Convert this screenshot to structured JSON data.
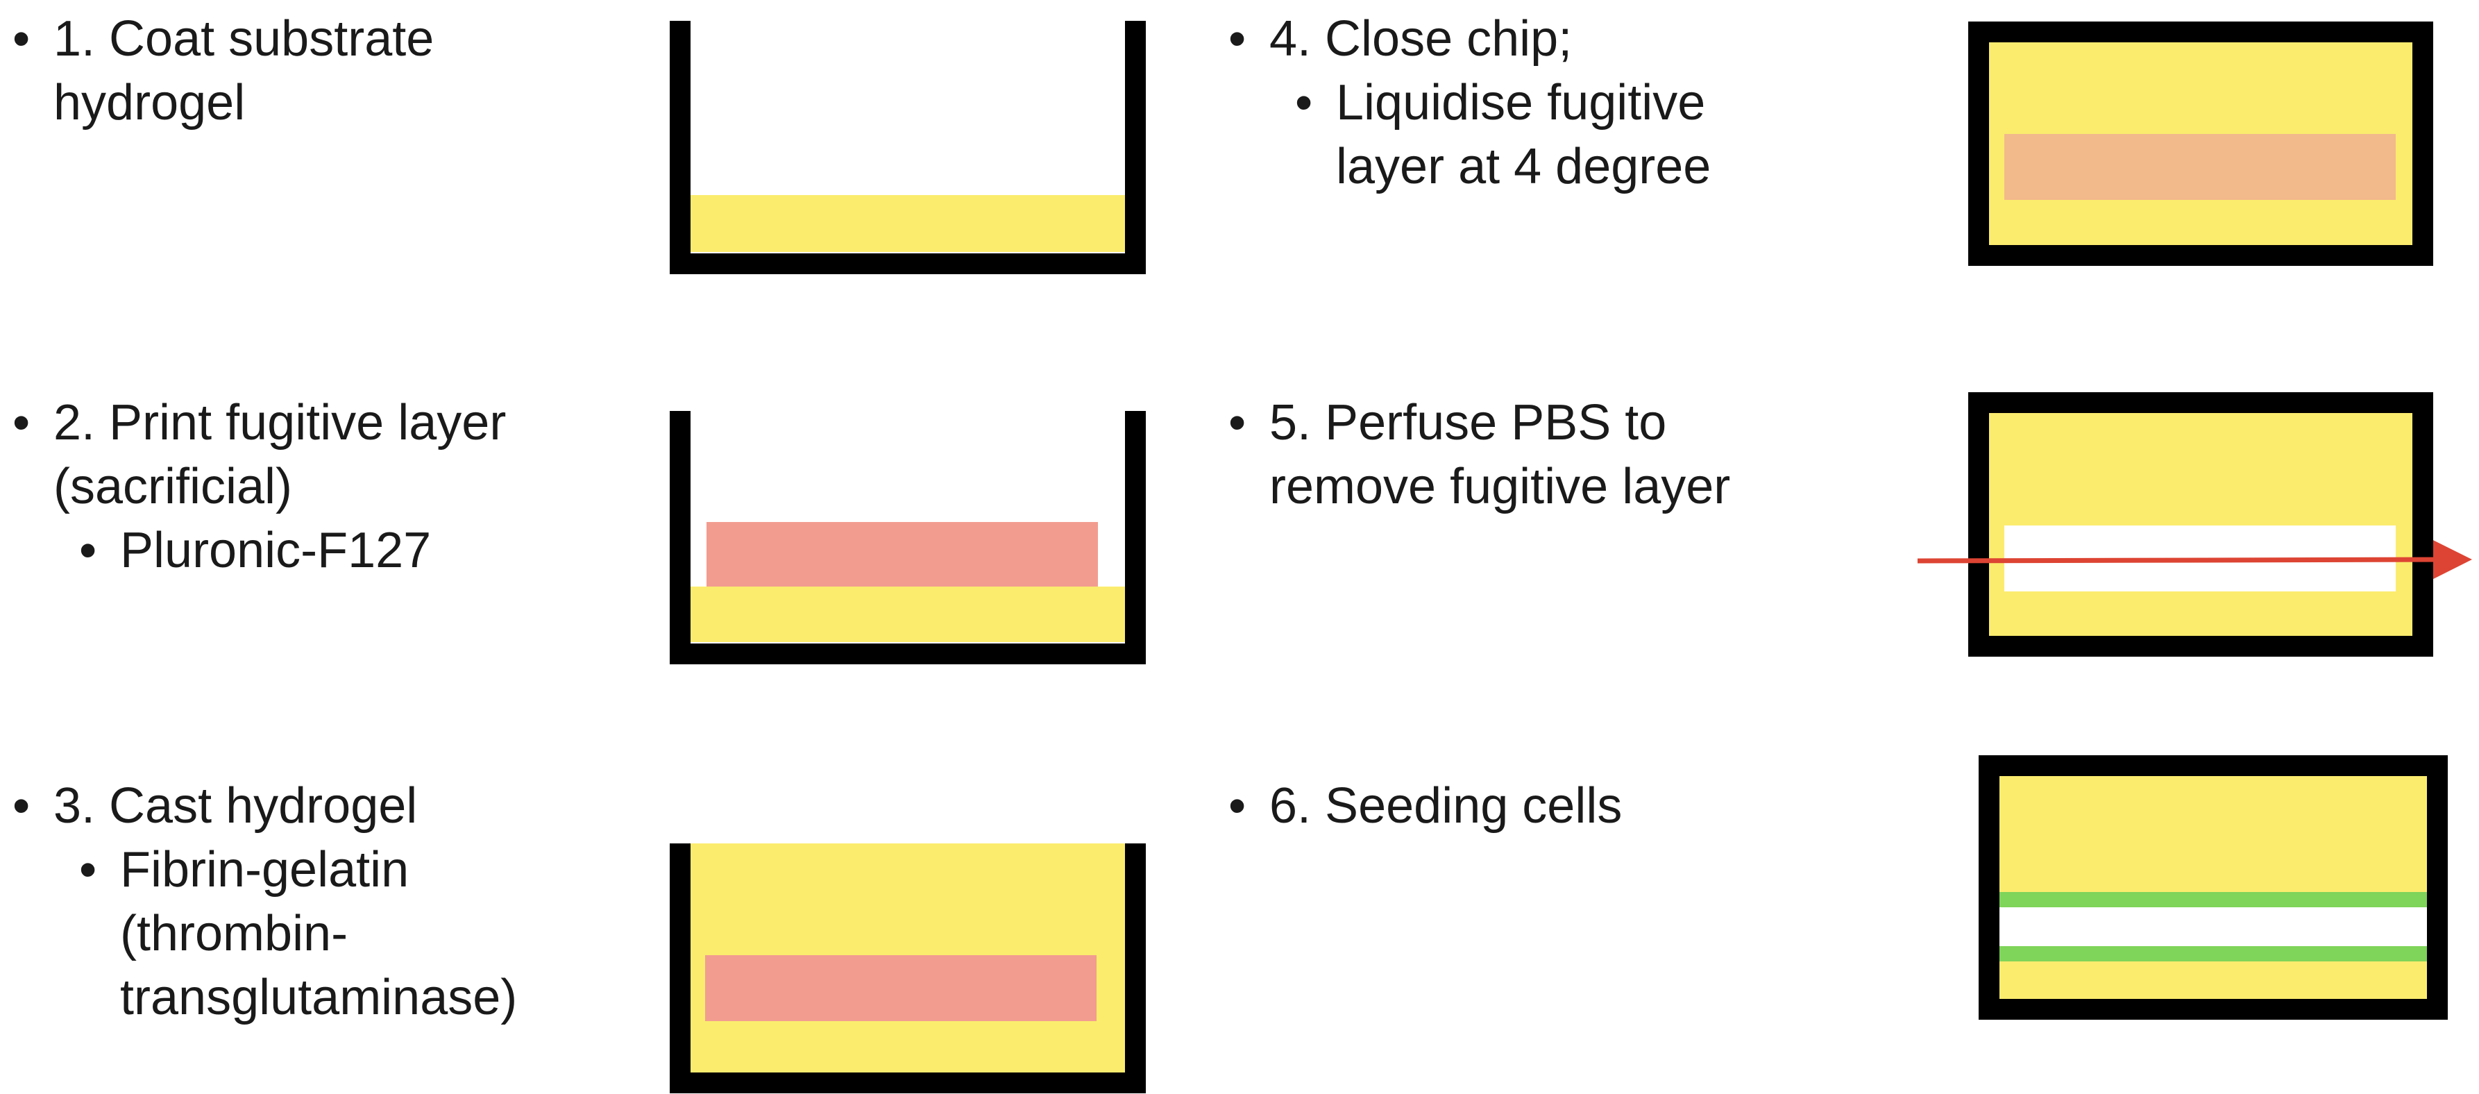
{
  "steps": [
    {
      "id": "step-1",
      "title_lines": [
        "1. Coat substrate",
        "hydrogel"
      ],
      "sub_lines": []
    },
    {
      "id": "step-2",
      "title_lines": [
        "2. Print fugitive layer",
        "(sacrificial)"
      ],
      "sub_lines": [
        "Pluronic-F127"
      ]
    },
    {
      "id": "step-3",
      "title_lines": [
        "3. Cast hydrogel"
      ],
      "sub_lines": [
        "Fibrin-gelatin",
        "(thrombin-",
        "transglutaminase)"
      ]
    },
    {
      "id": "step-4",
      "title_lines": [
        "4. Close chip;"
      ],
      "sub_lines": [
        "Liquidise fugitive",
        "layer at 4 degree"
      ]
    },
    {
      "id": "step-5",
      "title_lines": [
        "5. Perfuse PBS to",
        "remove fugitive layer"
      ],
      "sub_lines": []
    },
    {
      "id": "step-6",
      "title_lines": [
        "6. Seeding cells"
      ],
      "sub_lines": []
    }
  ],
  "colors": {
    "wall": "#000000",
    "hydrogel": "#fbec6e",
    "fugitive_layer": "#f29c90",
    "liquidised_fugitive": "#f2b98b",
    "channel": "#ffffff",
    "cells": "#7fd45a",
    "flow_arrow": "#dd4433"
  }
}
